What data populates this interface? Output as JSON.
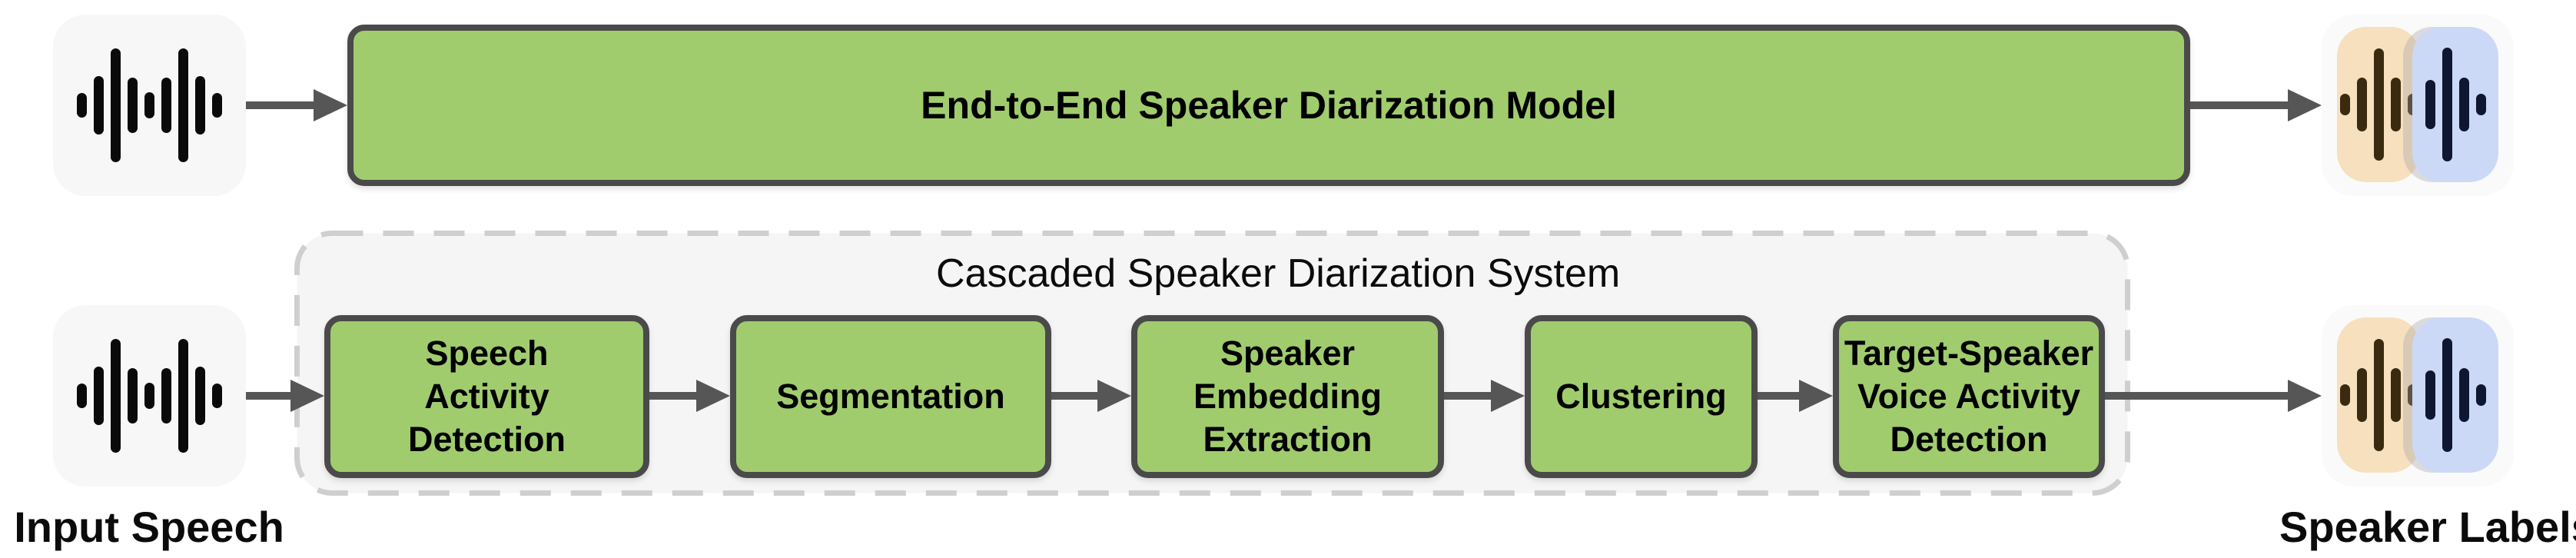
{
  "figure": {
    "top_flow": {
      "input_icon": "audio-waveform-icon",
      "model_box_label": "End-to-End Speaker Diarization Model",
      "output_icon": "speaker-labels-icon"
    },
    "cascade": {
      "title": "Cascaded Speaker Diarization System",
      "stages": [
        "Speech Activity Detection",
        "Segmentation",
        "Speaker Embedding Extraction",
        "Clustering",
        "Target-Speaker Voice Activity Detection"
      ]
    },
    "captions": {
      "input": "Input Speech",
      "output": "Speaker Labels"
    }
  },
  "colors": {
    "process_box_fill": "#a0cc6e",
    "process_box_border": "#4a4a4a",
    "arrow": "#565656",
    "cascade_container_fill": "#f5f5f5",
    "cascade_dashed_border": "#cfcfcf",
    "input_icon_bg": "#f7f7f7",
    "waveform_black": "#0a0a0a",
    "speaker1_fill": "#f6e0bd",
    "speaker1_wave": "#3a2a10",
    "speaker2_fill": "#cbd9f6",
    "speaker2_wave": "#0e1631",
    "text": "#111111"
  }
}
